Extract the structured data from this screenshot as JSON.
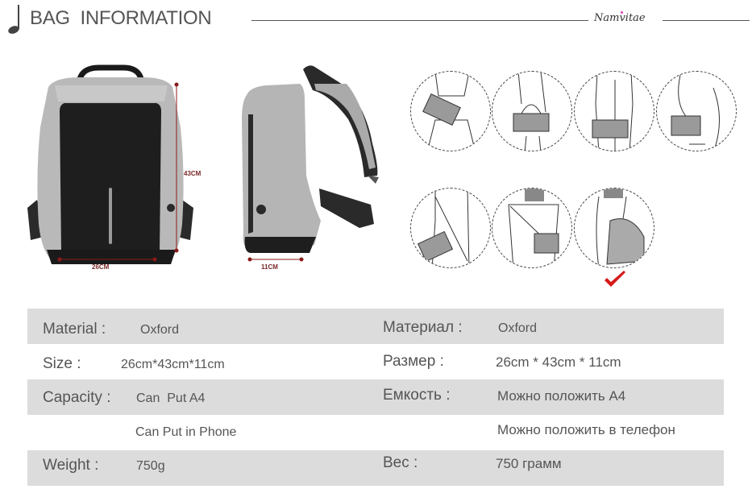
{
  "header": {
    "title": "BAG  INFORMATION",
    "brand": "Namvitae",
    "icon": "music-note-icon"
  },
  "product": {
    "front_view": {
      "height_label": "43CM",
      "width_label": "26CM"
    },
    "side_view": {
      "depth_label": "11CM"
    },
    "colors": {
      "body_gray": "#b8b8b8",
      "panel_black": "#1e1e1e",
      "dimension_red": "#8b1a1a"
    }
  },
  "usage": {
    "modes": [
      {
        "name": "hand-carry-front"
      },
      {
        "name": "handle-carry"
      },
      {
        "name": "shoulder-carry"
      },
      {
        "name": "shoulder-back-carry"
      },
      {
        "name": "crossbody-hand"
      },
      {
        "name": "crossbody-back"
      },
      {
        "name": "backpack",
        "selected": true
      }
    ],
    "check_icon": "checkmark-icon",
    "check_color": "#d61a1a"
  },
  "specs": {
    "en": [
      {
        "label": "Material :",
        "value": "Oxford"
      },
      {
        "label": "Size :",
        "value": "26cm*43cm*11cm"
      },
      {
        "label": "Capacity :",
        "value": "Can  Put A4"
      },
      {
        "label": "",
        "value": "Can Put in Phone"
      },
      {
        "label": "Weight :",
        "value": "750g"
      }
    ],
    "ru": [
      {
        "label": "Материал :",
        "value": "Oxford"
      },
      {
        "label": "Размер :",
        "value": "26cm * 43cm * 11cm"
      },
      {
        "label": "Емкость :",
        "value": "Можно положить А4"
      },
      {
        "label": "",
        "value": "Можно положить в телефон"
      },
      {
        "label": "Вес :",
        "value": "750 грамм"
      }
    ],
    "band_color": "#dcdcdc"
  }
}
